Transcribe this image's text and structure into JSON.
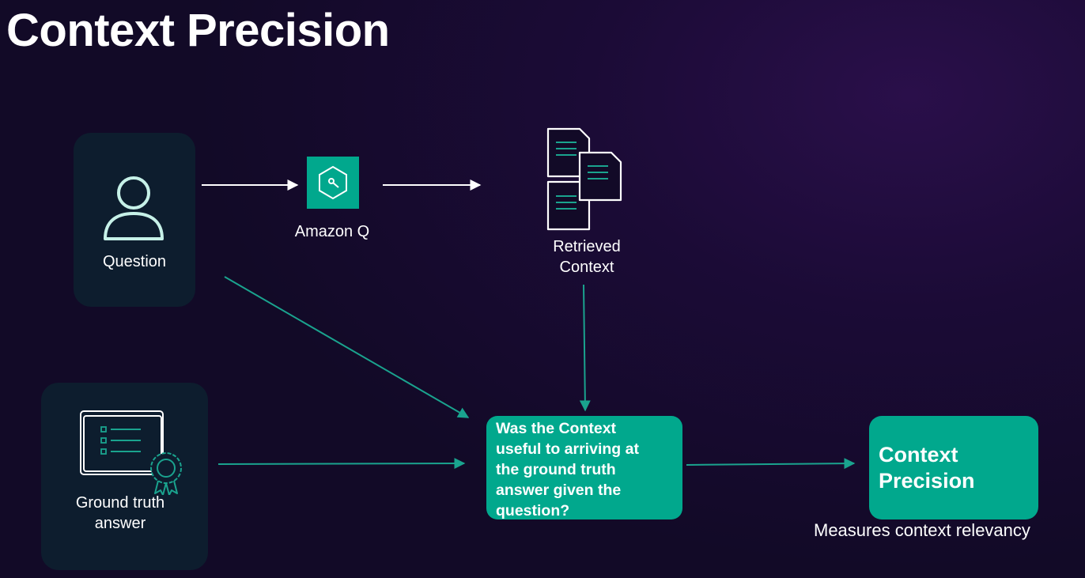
{
  "title": "Context Precision",
  "nodes": {
    "question": {
      "label": "Question",
      "icon": "user-icon"
    },
    "amazon_q": {
      "label": "Amazon Q",
      "icon": "amazon-q-icon"
    },
    "retrieved_context": {
      "label_line1": "Retrieved",
      "label_line2": "Context",
      "icon": "documents-icon"
    },
    "ground_truth": {
      "label_line1": "Ground truth",
      "label_line2": "answer",
      "icon": "certificate-icon"
    },
    "evaluation": {
      "lines": [
        "Was the Context",
        "useful to arriving at",
        "the ground truth",
        "answer given the",
        "question?"
      ]
    },
    "result": {
      "line1": "Context",
      "line2": "Precision",
      "caption": "Measures context relevancy"
    }
  },
  "colors": {
    "teal": "#01a88d",
    "card": "#0d1d2e",
    "arrow_white": "#ffffff",
    "arrow_teal": "#1aa38e"
  }
}
